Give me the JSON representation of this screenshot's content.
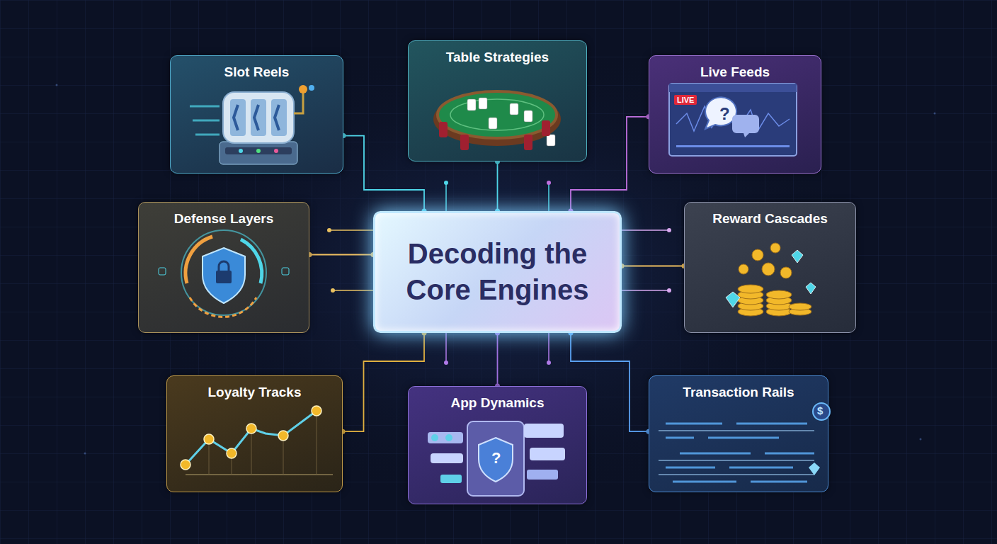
{
  "diagram": {
    "nodes": [
      {
        "text": [
          "Slot Reels"
        ]
      },
      {
        "text": [
          "Table Strategies"
        ]
      },
      {
        "text": [
          "Live Feeds"
        ]
      },
      {
        "text": [
          "Defense Layers"
        ]
      },
      {
        "text": [
          "Decoding the Core Engines"
        ]
      },
      {
        "text": [
          "Reward Cascades"
        ]
      },
      {
        "text": [
          "Loyalty Tracks"
        ]
      },
      {
        "text": [
          "App Dynamics"
        ]
      },
      {
        "text": [
          "Transaction Rails"
        ]
      }
    ],
    "edges": [
      {
        "from": 0,
        "to": 4,
        "arrow": "none"
      },
      {
        "from": 1,
        "to": 4,
        "arrow": "none"
      },
      {
        "from": 2,
        "to": 4,
        "arrow": "none"
      },
      {
        "from": 3,
        "to": 4,
        "arrow": "none"
      },
      {
        "from": 5,
        "to": 4,
        "arrow": "none"
      },
      {
        "from": 6,
        "to": 4,
        "arrow": "none"
      },
      {
        "from": 7,
        "to": 4,
        "arrow": "none"
      },
      {
        "from": 8,
        "to": 4,
        "arrow": "none"
      }
    ],
    "labels": [
      "LIVE",
      "?",
      "?",
      "$"
    ]
  }
}
